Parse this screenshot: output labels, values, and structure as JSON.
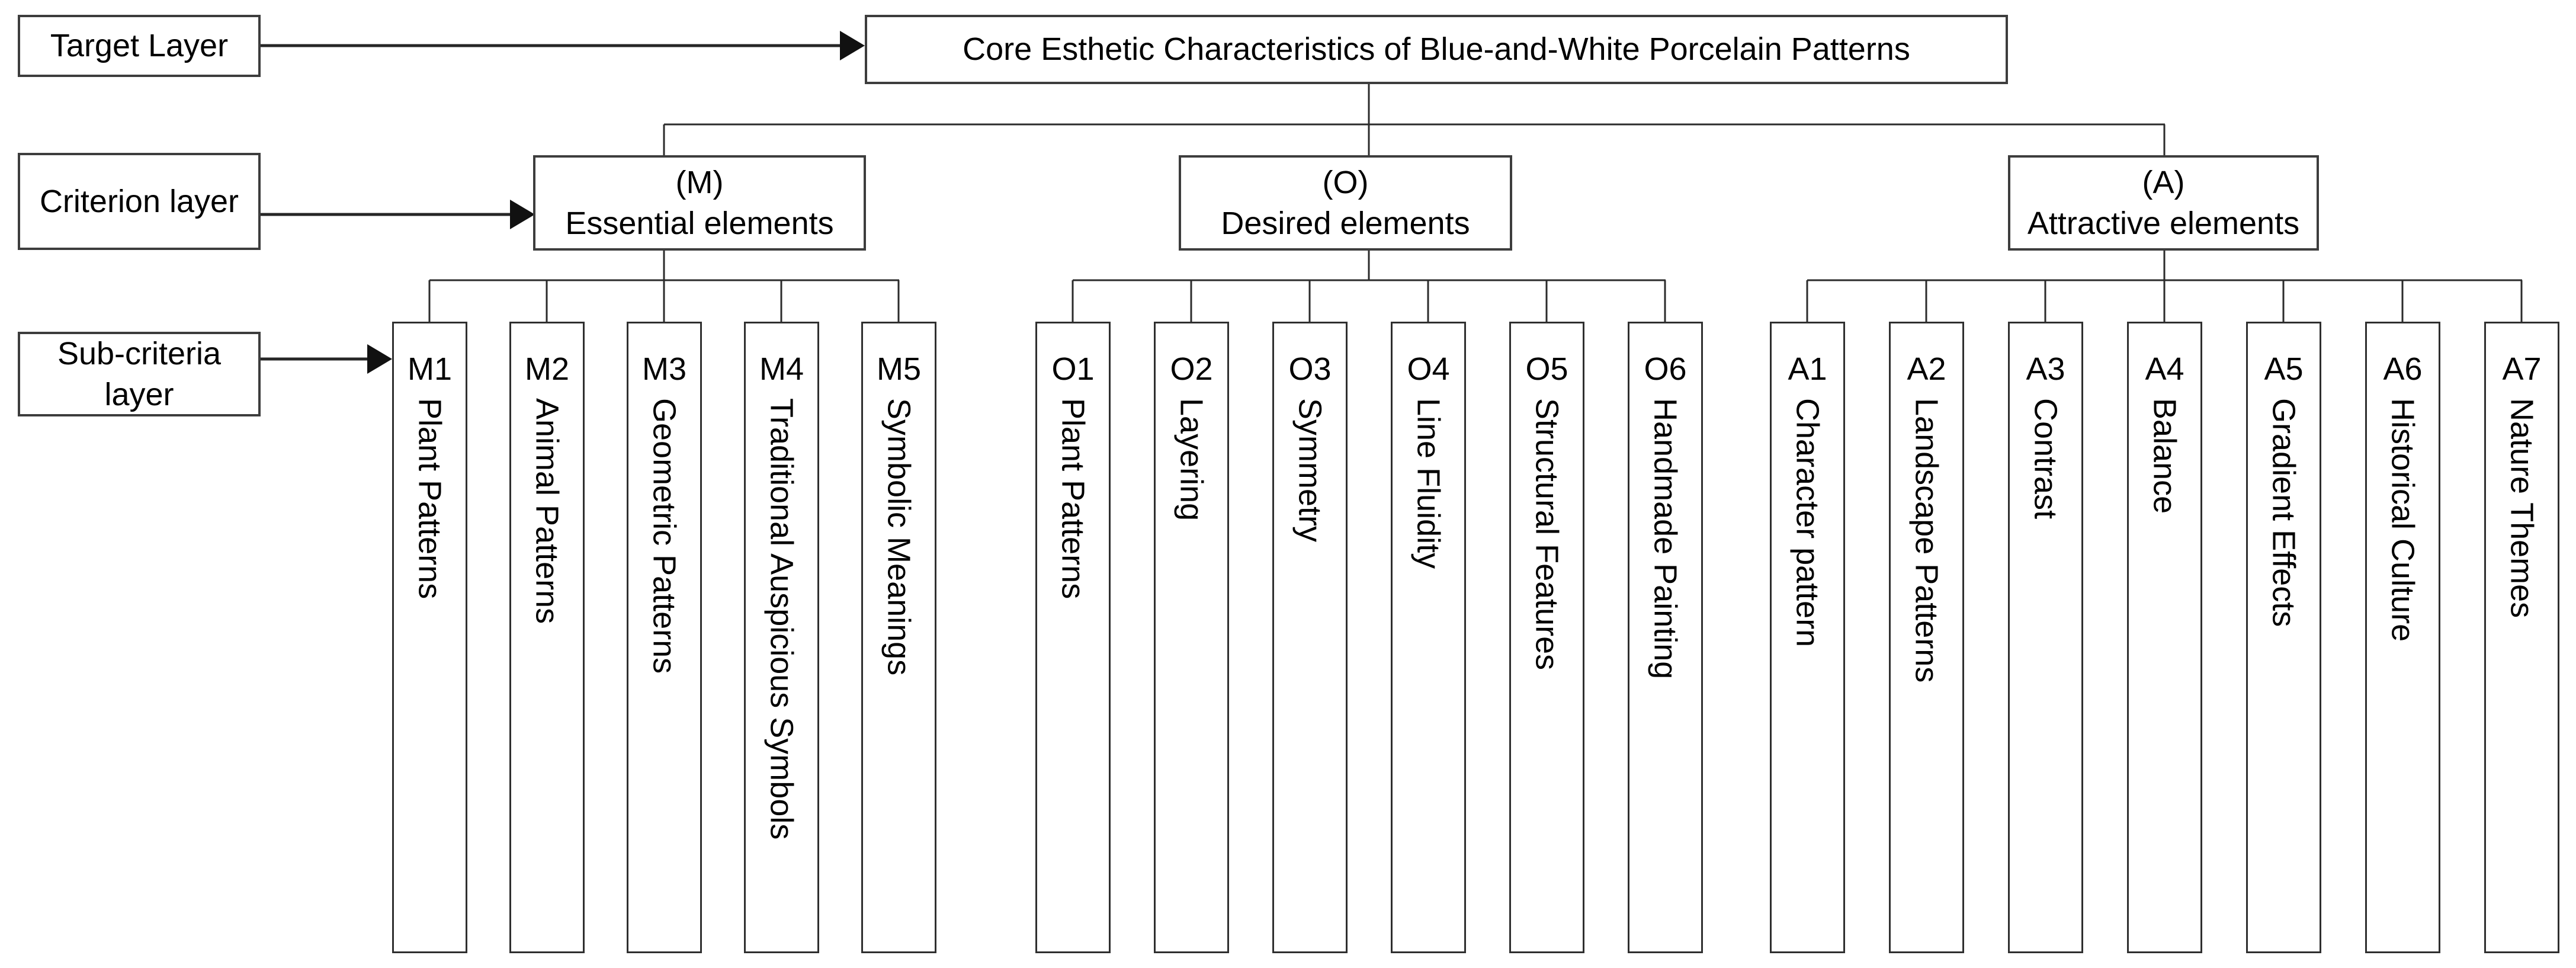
{
  "title": "Core Esthetic Characteristics of Blue-and-White Porcelain Patterns",
  "layer_labels": {
    "target": "Target Layer",
    "criterion": "Criterion layer",
    "sub_criteria": "Sub-criteria layer"
  },
  "criteria": [
    {
      "code": "(M)",
      "name": "Essential elements",
      "children": [
        {
          "code": "M1",
          "label": "Plant Patterns"
        },
        {
          "code": "M2",
          "label": "Animal Patterns"
        },
        {
          "code": "M3",
          "label": "Geometric Patterns"
        },
        {
          "code": "M4",
          "label": "Traditional Auspicious Symbols"
        },
        {
          "code": "M5",
          "label": "Symbolic Meanings"
        }
      ]
    },
    {
      "code": "(O)",
      "name": "Desired elements",
      "children": [
        {
          "code": "O1",
          "label": "Plant Patterns"
        },
        {
          "code": "O2",
          "label": "Layering"
        },
        {
          "code": "O3",
          "label": "Symmetry"
        },
        {
          "code": "O4",
          "label": "Line Fluidity"
        },
        {
          "code": "O5",
          "label": "Structural Features"
        },
        {
          "code": "O6",
          "label": "Handmade Painting"
        }
      ]
    },
    {
      "code": "(A)",
      "name": "Attractive elements",
      "children": [
        {
          "code": "A1",
          "label": "Character pattern"
        },
        {
          "code": "A2",
          "label": "Landscape Patterns"
        },
        {
          "code": "A3",
          "label": "Contrast"
        },
        {
          "code": "A4",
          "label": "Balance"
        },
        {
          "code": "A5",
          "label": "Gradient Effects"
        },
        {
          "code": "A6",
          "label": "Historical Culture"
        },
        {
          "code": "A7",
          "label": "Nature Themes"
        }
      ]
    }
  ],
  "colors": {
    "line": "#2b2b2b",
    "box_border": "#3d3d3d",
    "background": "#ffffff",
    "text": "#000000"
  }
}
